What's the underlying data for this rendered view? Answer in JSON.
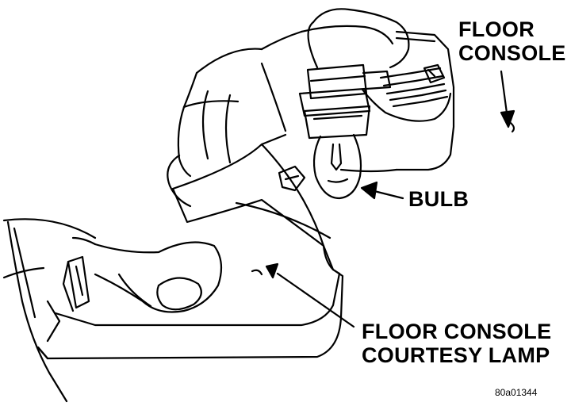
{
  "callouts": {
    "floor_console": [
      "FLOOR",
      "CONSOLE"
    ],
    "bulb": "BULB",
    "courtesy_lamp": [
      "FLOOR CONSOLE",
      "COURTESY LAMP"
    ]
  },
  "figure_id": "80a01344",
  "colors": {
    "ink": "#000000",
    "paper": "#ffffff"
  }
}
